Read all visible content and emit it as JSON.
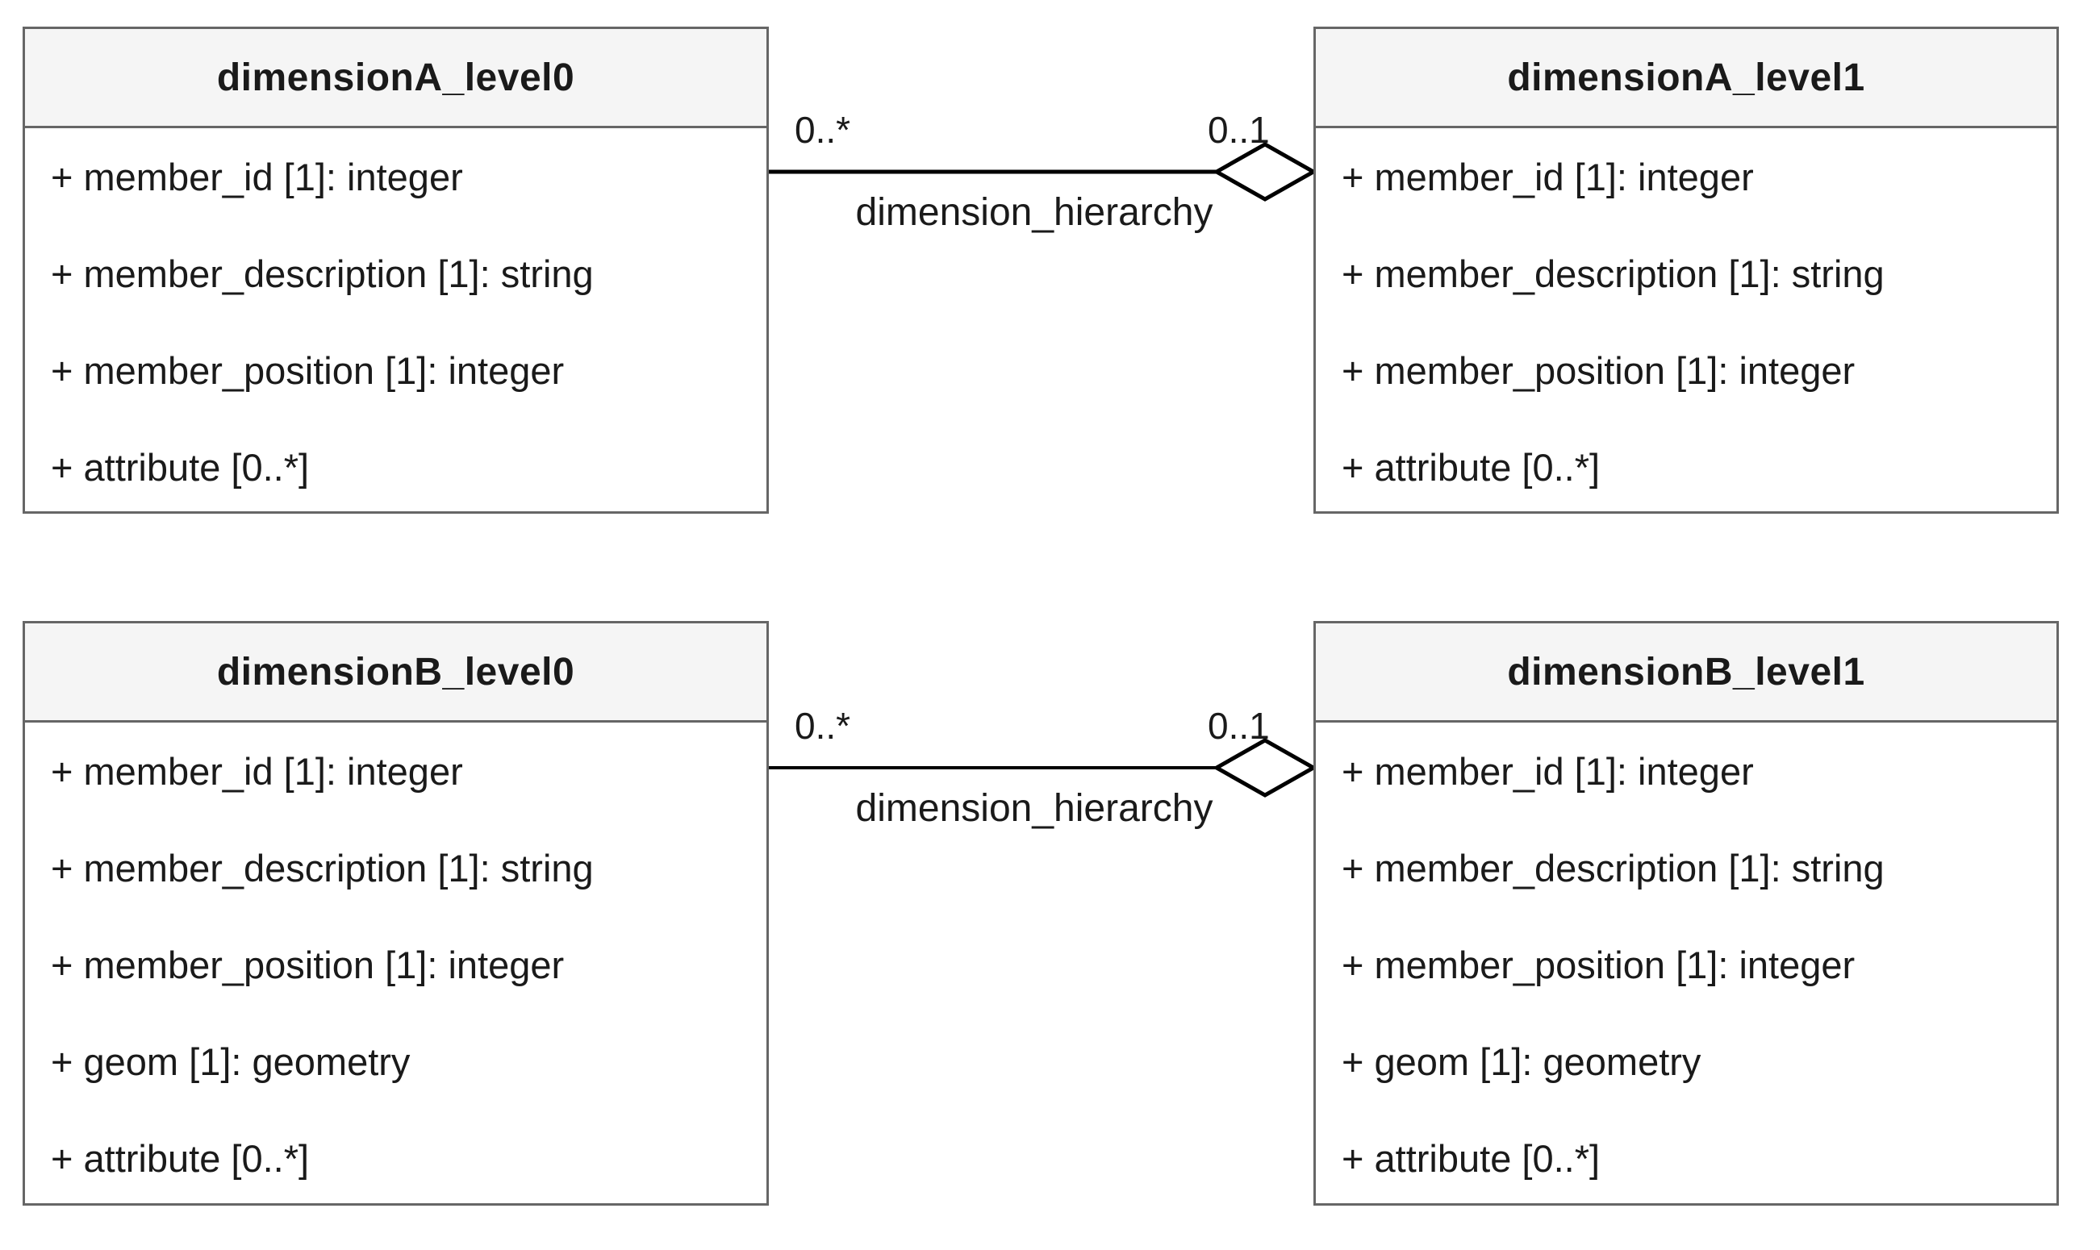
{
  "diagram": {
    "type": "uml-class-diagram",
    "colors": {
      "box_border": "#666666",
      "header_fill": "#f5f5f5",
      "body_fill": "#ffffff",
      "relation_line": "#000000",
      "text": "#1a1a1a"
    },
    "classes": [
      {
        "title": "dimensionA_level0",
        "attributes": [
          "+ member_id [1]: integer",
          "+ member_description [1]: string",
          "+ member_position [1]: integer",
          "+ attribute [0..*]"
        ]
      },
      {
        "title": "dimensionA_level1",
        "attributes": [
          "+ member_id [1]: integer",
          "+ member_description [1]: string",
          "+ member_position [1]: integer",
          "+ attribute [0..*]"
        ]
      },
      {
        "title": "dimensionB_level0",
        "attributes": [
          "+ member_id [1]: integer",
          "+ member_description [1]: string",
          "+ member_position [1]: integer",
          "+ geom [1]: geometry",
          "+ attribute [0..*]"
        ]
      },
      {
        "title": "dimensionB_level1",
        "attributes": [
          "+ member_id [1]: integer",
          "+ member_description [1]: string",
          "+ member_position [1]: integer",
          "+ geom [1]: geometry",
          "+ attribute [0..*]"
        ]
      }
    ],
    "relations": [
      {
        "name": "dimension_hierarchy",
        "type": "aggregation",
        "source": "dimensionA_level0",
        "target": "dimensionA_level1",
        "source_multiplicity": "0..*",
        "target_multiplicity": "0..1"
      },
      {
        "name": "dimension_hierarchy",
        "type": "aggregation",
        "source": "dimensionB_level0",
        "target": "dimensionB_level1",
        "source_multiplicity": "0..*",
        "target_multiplicity": "0..1"
      }
    ]
  }
}
